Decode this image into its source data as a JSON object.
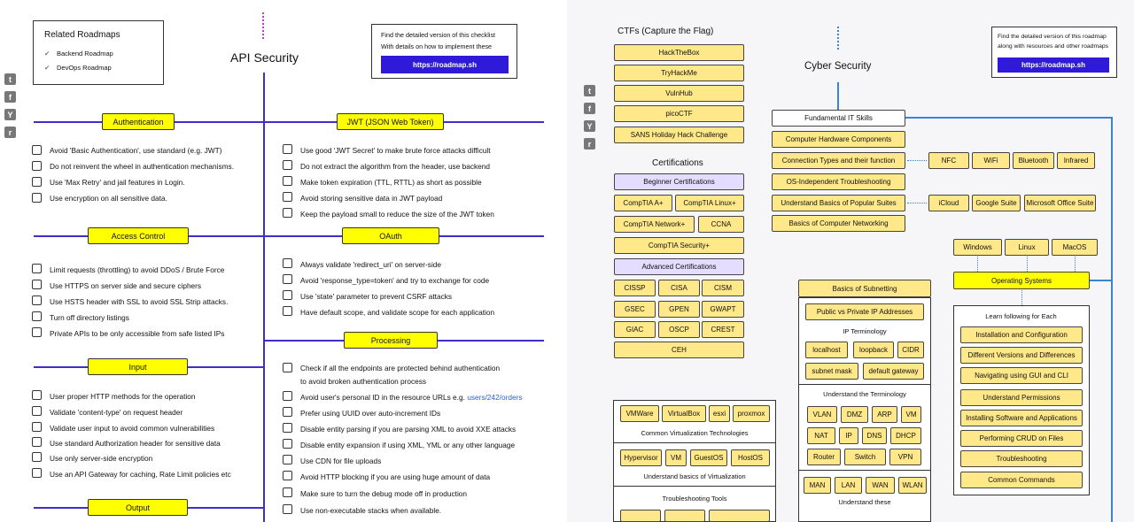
{
  "api": {
    "title": "API Security",
    "related": {
      "title": "Related Roadmaps",
      "items": [
        "Backend Roadmap",
        "DevOps Roadmap"
      ]
    },
    "promo": {
      "line1": "Find the detailed version of this checklist",
      "line2": "With details on how to implement these",
      "button": "https://roadmap.sh"
    },
    "sections": {
      "authentication": {
        "title": "Authentication",
        "items": [
          "Avoid 'Basic Authentication', use standard (e.g. JWT)",
          "Do not reinvent the wheel in authentication mechanisms.",
          "Use 'Max Retry' and jail features in Login.",
          "Use encryption on all sensitive data."
        ]
      },
      "jwt": {
        "title": "JWT (JSON Web Token)",
        "items": [
          "Use good 'JWT Secret' to make brute force attacks difficult",
          "Do not extract the algorithm from the header, use backend",
          "Make token expiration (TTL, RTTL) as short as possible",
          "Avoid storing sensitive data in JWT payload",
          "Keep the payload small to reduce the size of the JWT token"
        ]
      },
      "access": {
        "title": "Access Control",
        "items": [
          "Limit requests (throttling) to avoid DDoS / Brute Force",
          "Use HTTPS on server side and secure ciphers",
          "Use HSTS header with SSL to avoid SSL Strip attacks.",
          "Turn off directory listings",
          "Private APIs to be only accessible from safe listed IPs"
        ]
      },
      "oauth": {
        "title": "OAuth",
        "items": [
          "Always validate 'redirect_uri' on server-side",
          "Avoid 'response_type=token' and try to exchange for code",
          "Use 'state' parameter to prevent CSRF attacks",
          "Have default scope, and validate scope for each application"
        ]
      },
      "processing": {
        "title": "Processing",
        "items": [
          "Check if all the endpoints are protected behind authentication",
          "to avoid broken authentication process",
          "Avoid user's personal ID in the resource URLs e.g.",
          "Prefer using UUID over auto-increment IDs",
          "Disable entity parsing if you are parsing XML to avoid XXE attacks",
          "Disable entity expansion if using XML, YML or any other language",
          "Use CDN for file uploads",
          "Avoid HTTP blocking if you are using huge amount of data",
          "Make sure to turn the debug mode off in production",
          "Use non-executable stacks when available."
        ],
        "link": "users/242/orders"
      },
      "input": {
        "title": "Input",
        "items": [
          "User proper HTTP methods for the operation",
          "Validate 'content-type' on request header",
          "Validate user input to avoid common vulnerabilities",
          "Use standard Authorization header for sensitive data",
          "Use only server-side encryption",
          "Use an API Gateway for caching, Rate Limit policies etc"
        ]
      },
      "output": {
        "title": "Output"
      }
    }
  },
  "cyber": {
    "title": "Cyber Security",
    "promo": {
      "line1": "Find the detailed version of this roadmap",
      "line2": "along with resources and other roadmaps",
      "button": "https://roadmap.sh"
    },
    "ctf": {
      "title": "CTFs (Capture the Flag)",
      "items": [
        "HackTheBox",
        "TryHackMe",
        "VulnHub",
        "picoCTF",
        "SANS Holiday Hack Challenge"
      ]
    },
    "certs": {
      "title": "Certifications",
      "beginner": "Beginner Certifications",
      "b_items": [
        "CompTIA A+",
        "CompTIA Linux+",
        "CompTIA Network+",
        "CCNA",
        "CompTIA Security+"
      ],
      "advanced": "Advanced Certifications",
      "a_items": [
        "CISSP",
        "CISA",
        "CISM",
        "GSEC",
        "GPEN",
        "GWAPT",
        "GIAC",
        "OSCP",
        "CREST",
        "CEH"
      ]
    },
    "it": {
      "title": "Fundamental IT Skills",
      "items": [
        "Computer Hardware Components",
        "Connection Types and their function",
        "OS-Independent Troubleshooting",
        "Understand Basics of Popular Suites",
        "Basics of Computer Networking"
      ],
      "conn": [
        "NFC",
        "WiFi",
        "Bluetooth",
        "Infrared"
      ],
      "suites": [
        "iCloud",
        "Google Suite",
        "Microsoft Office Suite"
      ]
    },
    "os": {
      "title": "Operating Systems",
      "types": [
        "Windows",
        "Linux",
        "MacOS"
      ],
      "learn_title": "Learn following for Each",
      "learn": [
        "Installation and Configuration",
        "Different Versions and Differences",
        "Navigating using GUI and CLI",
        "Understand Permissions",
        "Installing Software and Applications",
        "Performing CRUD on Files",
        "Troubleshooting",
        "Common Commands"
      ]
    },
    "subnet": {
      "title": "Basics of Subnetting",
      "pub": "Public vs Private IP Addresses",
      "ip_term": "IP Terminology",
      "ip_items": [
        "localhost",
        "loopback",
        "CIDR",
        "subnet mask",
        "default gateway"
      ],
      "term_title": "Understand the Terminology",
      "terms": [
        "VLAN",
        "DMZ",
        "ARP",
        "VM",
        "NAT",
        "IP",
        "DNS",
        "DHCP",
        "Router",
        "Switch",
        "VPN"
      ],
      "these_items": [
        "MAN",
        "LAN",
        "WAN",
        "WLAN"
      ],
      "these": "Understand these"
    },
    "virt": {
      "tech": [
        "VMWare",
        "VirtualBox",
        "esxi",
        "proxmox"
      ],
      "tech_label": "Common Virtualization Technologies",
      "basics": [
        "Hypervisor",
        "VM",
        "GuestOS",
        "HostOS"
      ],
      "basics_label": "Understand basics of Virtualization",
      "tools": "Troubleshooting Tools"
    }
  },
  "colors": {
    "accent": "#3f2fc9",
    "yellow": "#ffff00",
    "node": "#ffe889",
    "button": "#2e1ad8",
    "blue": "#3b82d6"
  }
}
